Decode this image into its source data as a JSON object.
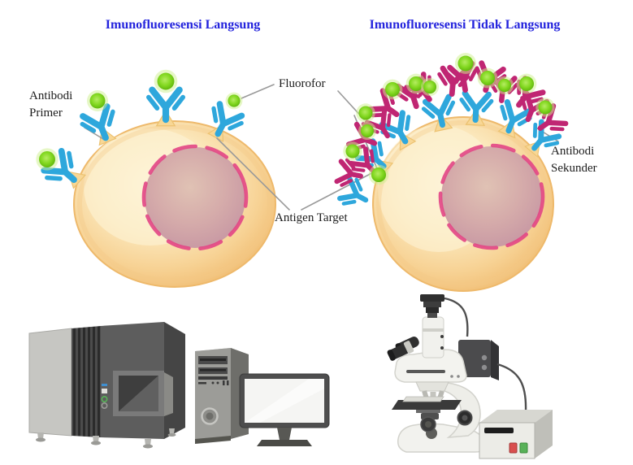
{
  "left_section": {
    "title": "Imunofluoresensi Langsung",
    "label_antibodi_primer": "Antibodi Primer"
  },
  "right_section": {
    "title": "Imunofluoresensi Tidak Langsung",
    "label_antibodi_sekunder": "Antibodi Sekunder"
  },
  "shared_labels": {
    "fluorofor": "Fluorofor",
    "antigen_target": "Antigen Target"
  },
  "colors": {
    "title_blue": "#2424dd",
    "label_text": "#1c1c1c",
    "primary_antibody_blue": "#2ea7dc",
    "secondary_antibody_magenta": "#c02673",
    "fluorophore_green": "#74d114",
    "cell_body_peach": "#f8dca6",
    "cell_outline_orange": "#eeb96b",
    "nucleus_rose": "#d4a9a8",
    "nucleus_dash_pink": "#e24585",
    "pointer_line_gray": "#9a9a9a",
    "power_button_red": "#d94f4f",
    "power_button_green": "#58b158"
  },
  "illustrations": {
    "left_cell": "cell-with-direct-labeled-primary-antibodies",
    "right_cell": "cell-with-primary-plus-fluorophore-labeled-secondary-antibodies",
    "bottom_left": "laboratory-analyzer-with-computer-workstation",
    "bottom_right": "fluorescence-microscope-with-power-supply"
  }
}
